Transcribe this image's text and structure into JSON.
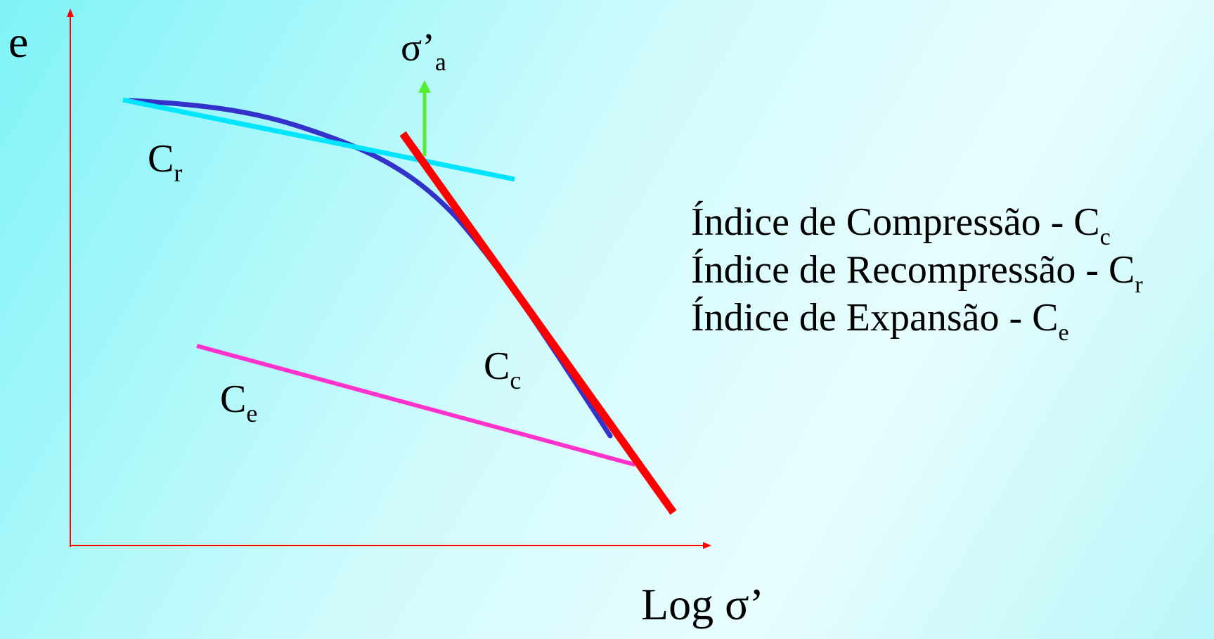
{
  "labels": {
    "y_axis": "e",
    "x_axis": "Log σ’",
    "sigma_a": {
      "base": "σ’",
      "sub": "a"
    },
    "cr": {
      "base": "C",
      "sub": "r"
    },
    "cc": {
      "base": "C",
      "sub": "c"
    },
    "ce": {
      "base": "C",
      "sub": "e"
    }
  },
  "legend": [
    {
      "text": "Índice de Compressão - C",
      "sub": "c"
    },
    {
      "text": "Índice de Recompressão - C",
      "sub": "r"
    },
    {
      "text": "Índice de Expansão - C",
      "sub": "e"
    }
  ],
  "colors": {
    "axes": "#ff0000",
    "curve": "#3333cc",
    "recompression_line": "#00e5ff",
    "compression_line": "#ff0000",
    "expansion_line": "#ff33cc",
    "arrow": "#55ee33"
  }
}
